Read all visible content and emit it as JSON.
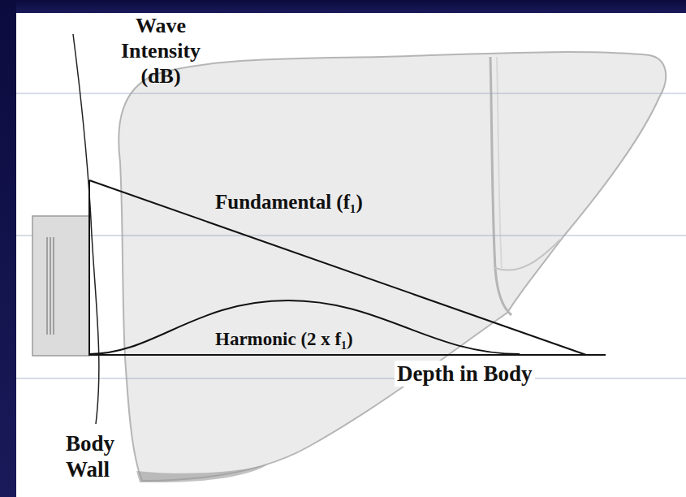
{
  "diagram": {
    "labels": [
      "Wave Intensity (dB)",
      "Fundamental (f₁)",
      "Harmonic (2 x f₁)",
      "Depth in Body",
      "Body Wall"
    ]
  }
}
